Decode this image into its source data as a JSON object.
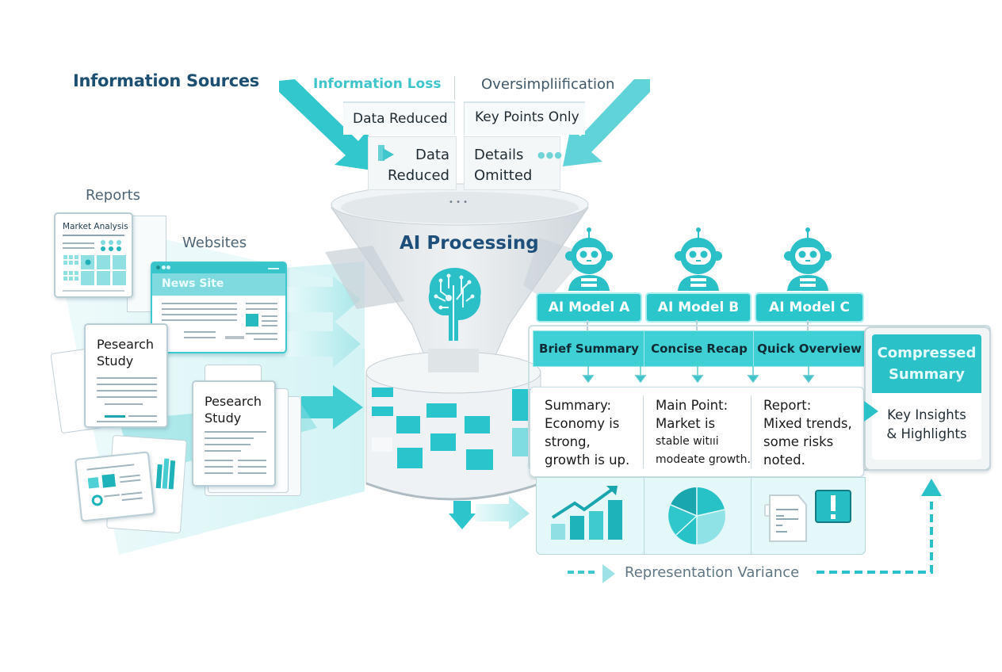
{
  "header": {
    "title": "Information Sources"
  },
  "sources": {
    "reports_label": "Reports",
    "websites_label": "Websites",
    "market_analysis_title": "Market Analysis",
    "news_site_title": "News Site",
    "research_study_1": [
      "Pesearch",
      "Study"
    ],
    "research_study_2": [
      "Pesearch",
      "Study"
    ]
  },
  "loss_panel": {
    "info_loss_heading": "Information Loss",
    "oversimplification_heading": "Oversimpliification",
    "row1_left": "Data Reduced",
    "row1_right": "Key Points Only",
    "row2_left": [
      "Data",
      "Reduced"
    ],
    "row2_right": [
      "Details",
      "Omitted"
    ],
    "ellipsis": "• • •"
  },
  "processing": {
    "label": "AI Processing",
    "icon": "circuit-brain-icon"
  },
  "models": [
    {
      "name": "AI Model A",
      "style": "Brief Summary",
      "output": [
        "Summary:",
        "Economy is",
        "strong,",
        "growth is up."
      ],
      "visual": "bar-chart-trend-icon"
    },
    {
      "name": "AI Model B",
      "style": "Concise Recap",
      "output": [
        "Main Point:",
        "Market is",
        "stable witııi",
        "modeate growth."
      ],
      "visual": "pie-chart-icon"
    },
    {
      "name": "AI Model C",
      "style": "Quick Overview",
      "output": [
        "Report:",
        "Mixed trends,",
        "some risks",
        "noted."
      ],
      "visual": "document-alert-icon"
    }
  ],
  "compressed": {
    "heading": [
      "Compressed",
      "Summary"
    ],
    "body": [
      "Key Insights",
      "& Highlights"
    ]
  },
  "footer": {
    "variance_label": "Representation Variance"
  },
  "colors": {
    "teal": "#2bc6cc",
    "teal_light": "#a8ecef",
    "navy": "#1d4f73",
    "gray_text": "#4e6474"
  }
}
